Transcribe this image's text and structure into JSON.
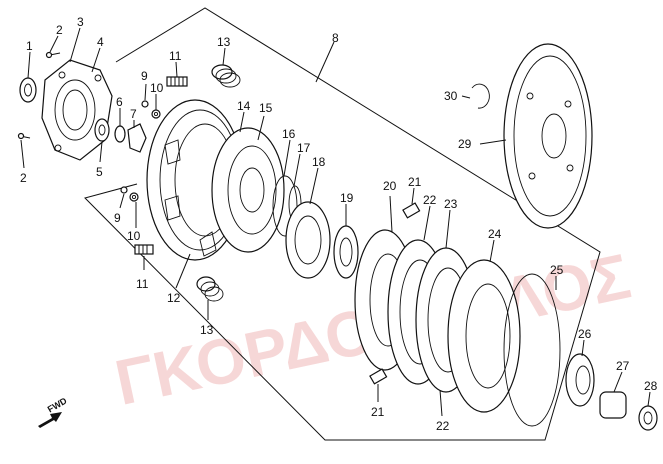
{
  "watermark": "ΓΚΟΡΔΟΠΟΥΛΟΣ",
  "direction_marker": "FWD",
  "colors": {
    "line": "#111111",
    "watermark": "#f0b8b8",
    "background": "#ffffff"
  },
  "callouts": [
    {
      "id": "c1",
      "text": "1"
    },
    {
      "id": "c2a",
      "text": "2"
    },
    {
      "id": "c3",
      "text": "3"
    },
    {
      "id": "c4",
      "text": "4"
    },
    {
      "id": "c2b",
      "text": "2"
    },
    {
      "id": "c5",
      "text": "5"
    },
    {
      "id": "c6",
      "text": "6"
    },
    {
      "id": "c7",
      "text": "7"
    },
    {
      "id": "c9a",
      "text": "9"
    },
    {
      "id": "c10a",
      "text": "10"
    },
    {
      "id": "c11a",
      "text": "11"
    },
    {
      "id": "c13a",
      "text": "13"
    },
    {
      "id": "c8",
      "text": "8"
    },
    {
      "id": "c14",
      "text": "14"
    },
    {
      "id": "c15",
      "text": "15"
    },
    {
      "id": "c16",
      "text": "16"
    },
    {
      "id": "c17",
      "text": "17"
    },
    {
      "id": "c18",
      "text": "18"
    },
    {
      "id": "c9b",
      "text": "9"
    },
    {
      "id": "c10b",
      "text": "10"
    },
    {
      "id": "c11b",
      "text": "11"
    },
    {
      "id": "c12",
      "text": "12"
    },
    {
      "id": "c13b",
      "text": "13"
    },
    {
      "id": "c19",
      "text": "19"
    },
    {
      "id": "c20",
      "text": "20"
    },
    {
      "id": "c21a",
      "text": "21"
    },
    {
      "id": "c22a",
      "text": "22"
    },
    {
      "id": "c23",
      "text": "23"
    },
    {
      "id": "c24",
      "text": "24"
    },
    {
      "id": "c25",
      "text": "25"
    },
    {
      "id": "c26",
      "text": "26"
    },
    {
      "id": "c27",
      "text": "27"
    },
    {
      "id": "c28",
      "text": "28"
    },
    {
      "id": "c21b",
      "text": "21"
    },
    {
      "id": "c22b",
      "text": "22"
    },
    {
      "id": "c29",
      "text": "29"
    },
    {
      "id": "c30",
      "text": "30"
    }
  ]
}
